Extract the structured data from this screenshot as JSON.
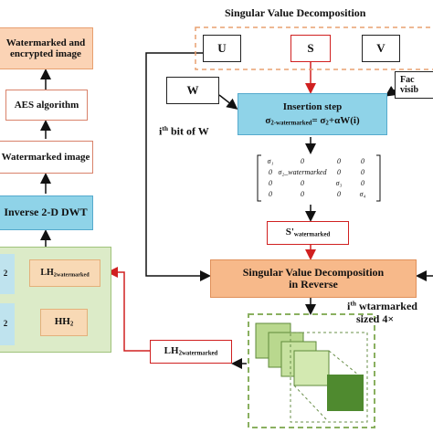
{
  "title": "Singular Value Decomposition",
  "left_column": {
    "watermarked_encrypted": "Watermarked and encrypted image",
    "aes": "AES algorithm",
    "watermarked_image": "Watermarked image",
    "inverse_dwt": "Inverse 2-D DWT"
  },
  "subbands": {
    "ll": "2",
    "lh_base": "LH",
    "lh_sub": "2watermarked",
    "hl": "2",
    "hh_base": "HH",
    "hh_sub": "2"
  },
  "svd_components": {
    "u": "U",
    "s": "S",
    "v": "V"
  },
  "factor_box": {
    "line1": "Fac",
    "line2": "visib"
  },
  "w_box": "W",
  "insertion": {
    "title": "Insertion step",
    "sigma": "σ",
    "sigma_sub": "2-watermarked",
    "rhs": "= σ",
    "rhs_sub": "2",
    "rhs_tail": "+αW(i)"
  },
  "ith_bit": {
    "prefix": "i",
    "sup": "th",
    "suffix": " bit of W"
  },
  "matrix": {
    "rows": [
      [
        "σ₁",
        "0",
        "0",
        "0"
      ],
      [
        "0",
        "σ₂_watermarked",
        "0",
        "0"
      ],
      [
        "0",
        "0",
        "σ₃",
        "0"
      ],
      [
        "0",
        "0",
        "0",
        "σ₄"
      ]
    ]
  },
  "s_prime": {
    "base": "S'",
    "sub": "watermarked"
  },
  "svd_reverse": {
    "line1": "Singular Value Decomposition",
    "line2": "in Reverse"
  },
  "ith_block": {
    "prefix": "i",
    "sup": "th",
    "line1_tail": " wtarmarked",
    "line2": "sized 4×"
  },
  "lh_watermarked_box": {
    "base": "LH",
    "sub": "2watermarked"
  }
}
